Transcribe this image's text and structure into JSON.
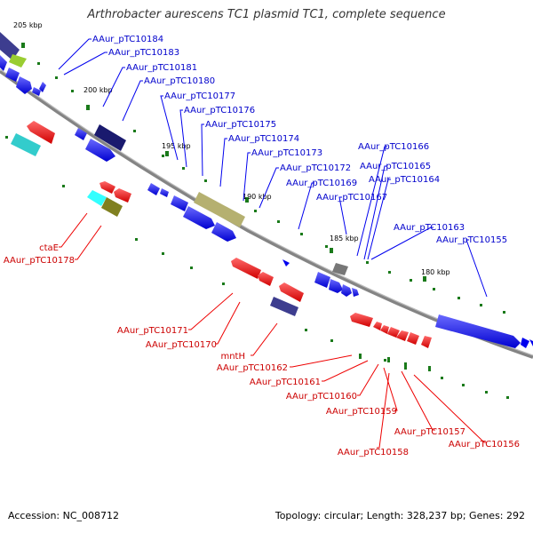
{
  "title": "Arthrobacter aurescens TC1 plasmid TC1, complete sequence",
  "footer": {
    "accession": "Accession: NC_008712",
    "stats": "Topology: circular; Length: 328,237 bp; Genes: 292"
  },
  "kbp_ticks": [
    "205 kbp",
    "200 kbp",
    "195 kbp",
    "190 kbp",
    "185 kbp",
    "180 kbp"
  ],
  "colors": {
    "forward": "#0000ee",
    "reverse": "#ee0000",
    "backbone": "#888888",
    "tick": "#1a7a1a",
    "label_line_forward": "#0000ee",
    "label_line_reverse": "#ee0000"
  },
  "forward_gene_labels": [
    "AAur_pTC10184",
    "AAur_pTC10183",
    "AAur_pTC10181",
    "AAur_pTC10180",
    "AAur_pTC10177",
    "AAur_pTC10176",
    "AAur_pTC10175",
    "AAur_pTC10174",
    "AAur_pTC10173",
    "AAur_pTC10172",
    "AAur_pTC10169",
    "AAur_pTC10167",
    "AAur_pTC10166",
    "AAur_pTC10165",
    "AAur_pTC10164",
    "AAur_pTC10163",
    "AAur_pTC10155"
  ],
  "reverse_gene_labels": [
    "ctaE",
    "AAur_pTC10178",
    "AAur_pTC10171",
    "AAur_pTC10170",
    "mntH",
    "AAur_pTC10162",
    "AAur_pTC10161",
    "AAur_pTC10160",
    "AAur_pTC10159",
    "AAur_pTC10158",
    "AAur_pTC10157",
    "AAur_pTC10156"
  ]
}
